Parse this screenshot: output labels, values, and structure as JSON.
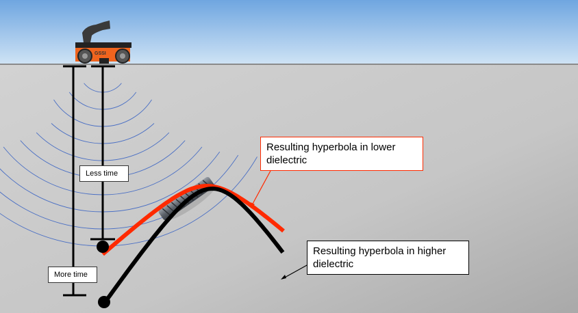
{
  "device": {
    "brand_logo": "GSSI"
  },
  "labels": {
    "less_time": "Less time",
    "more_time": "More time",
    "lower_dielectric": "Resulting hyperbola in lower dielectric",
    "higher_dielectric": "Resulting hyperbola in higher dielectric"
  },
  "colors": {
    "sky": "#9cc4ea",
    "concrete": "#c4c4c4",
    "waves": "#4a6fc4",
    "lower_dielectric_curve": "#ff2a00",
    "higher_dielectric_curve": "#000000"
  }
}
